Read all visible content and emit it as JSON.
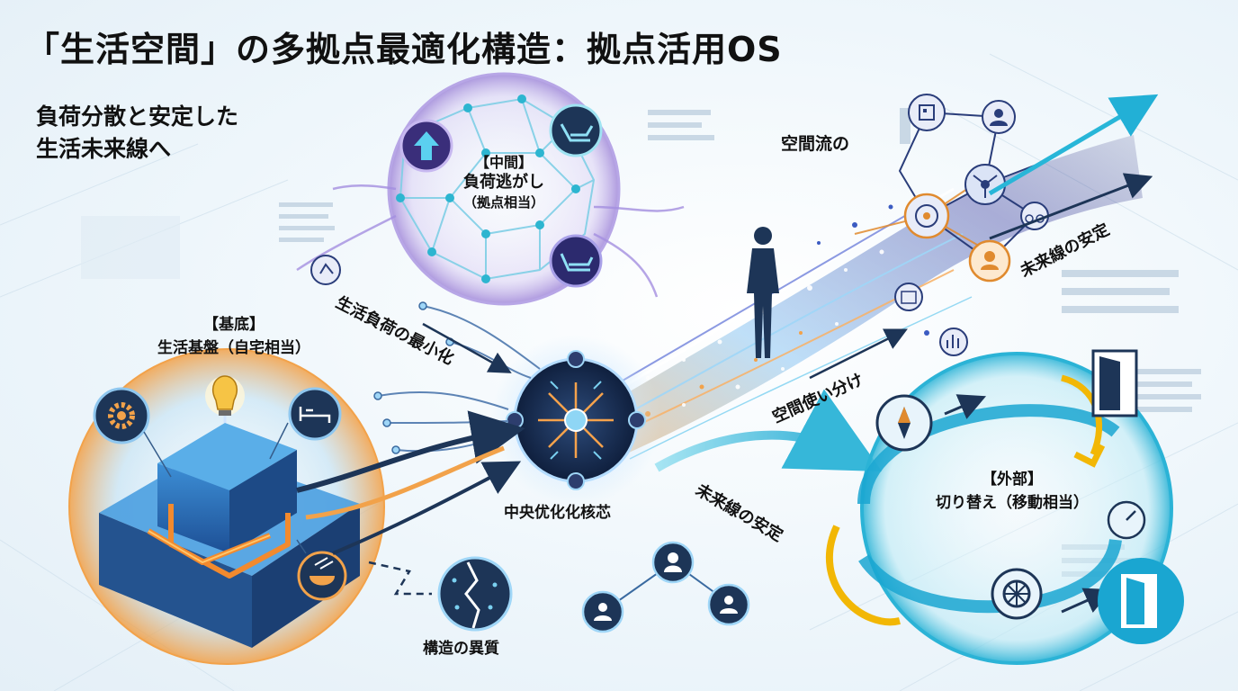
{
  "title": "「生活空間」の多拠点最適化構造：拠点活用OS",
  "subtitle": "負荷分散と安定した\n生活未来線へ",
  "nodes": {
    "middle": {
      "tag": "【中間】",
      "name": "負荷逃がし",
      "note": "（拠点相当）"
    },
    "base": {
      "tag": "【基底】",
      "name": "生活基盤（自宅相当）"
    },
    "outer": {
      "tag": "【外部】",
      "name": "切り替え（移動相当）"
    },
    "core": {
      "name": "中央优化化核芯"
    },
    "heterogeneity": {
      "name": "構造の異質"
    }
  },
  "flows": {
    "load_min": "生活負荷の最小化",
    "spatial_flow": "空間流の",
    "future_stable_top": "未来線の安定",
    "space_usage": "空間使い分け",
    "future_stable_bottom": "未来線の安定"
  },
  "colors": {
    "accent_blue": "#1e88c8",
    "accent_purple": "#8a6cc9",
    "accent_orange": "#f28a2e",
    "accent_cyan": "#28b6d8",
    "accent_yellow": "#f2b705",
    "dark_navy": "#1d3557"
  },
  "icons": [
    "arrow-up-icon",
    "recline-chair-icon",
    "lounge-chair-icon",
    "gear-icon",
    "lightbulb-icon",
    "bed-icon",
    "food-bowl-icon",
    "compass-icon",
    "door-icon",
    "gauge-icon",
    "wheel-icon",
    "person-icon",
    "network-icon",
    "target-icon",
    "user-icon",
    "qr-icon",
    "bike-icon",
    "chart-icon"
  ]
}
